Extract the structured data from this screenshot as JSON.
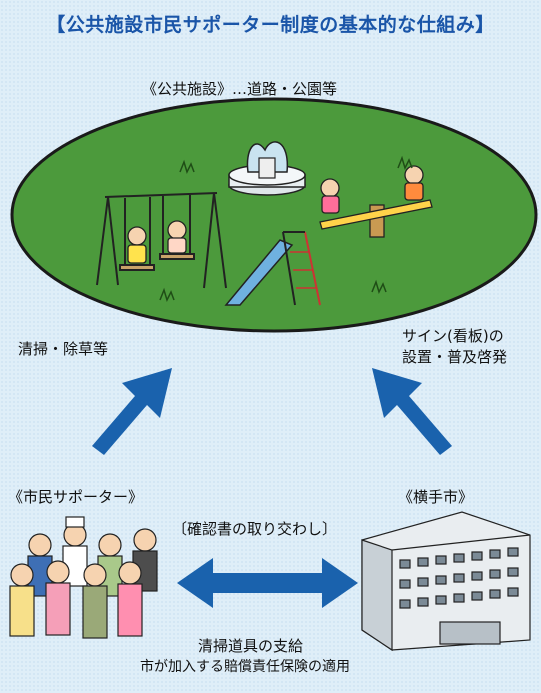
{
  "title": "【公共施設市民サポーター制度の基本的な仕組み】",
  "facility_label": "《公共施設》…道路・公園等",
  "left_activity": "清掃・除草等",
  "right_activity_line1": "サイン(看板)の",
  "right_activity_line2": "設置・普及啓発",
  "supporters_label": "《市民サポーター》",
  "city_label": "《横手市》",
  "agreement_label": "〔確認書の取り交わし〕",
  "support_line1": "清掃道具の支給",
  "support_line2": "市が加入する賠償責任保険の適用",
  "colors": {
    "title": "#1a55a8",
    "park_green": "#4c9a3c",
    "arrow_blue": "#1a62ad",
    "background": "#dfeef8"
  }
}
